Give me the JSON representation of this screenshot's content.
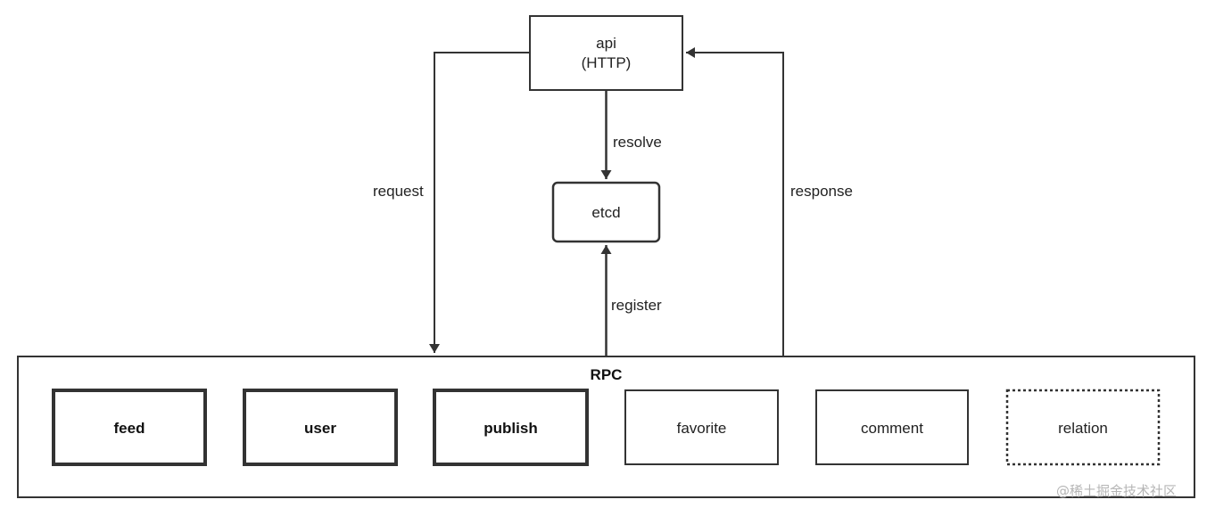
{
  "nodes": {
    "api": {
      "line1": "api",
      "line2": "(HTTP)"
    },
    "etcd": {
      "label": "etcd"
    },
    "rpc": {
      "label": "RPC"
    }
  },
  "services": [
    {
      "label": "feed",
      "style": "bold"
    },
    {
      "label": "user",
      "style": "bold"
    },
    {
      "label": "publish",
      "style": "bold"
    },
    {
      "label": "favorite",
      "style": "normal"
    },
    {
      "label": "comment",
      "style": "normal"
    },
    {
      "label": "relation",
      "style": "dotted"
    }
  ],
  "edges": {
    "resolve": "resolve",
    "register": "register",
    "request": "request",
    "response": "response"
  },
  "watermark": "@稀土掘金技术社区",
  "colors": {
    "stroke": "#333333",
    "text": "#222222"
  }
}
